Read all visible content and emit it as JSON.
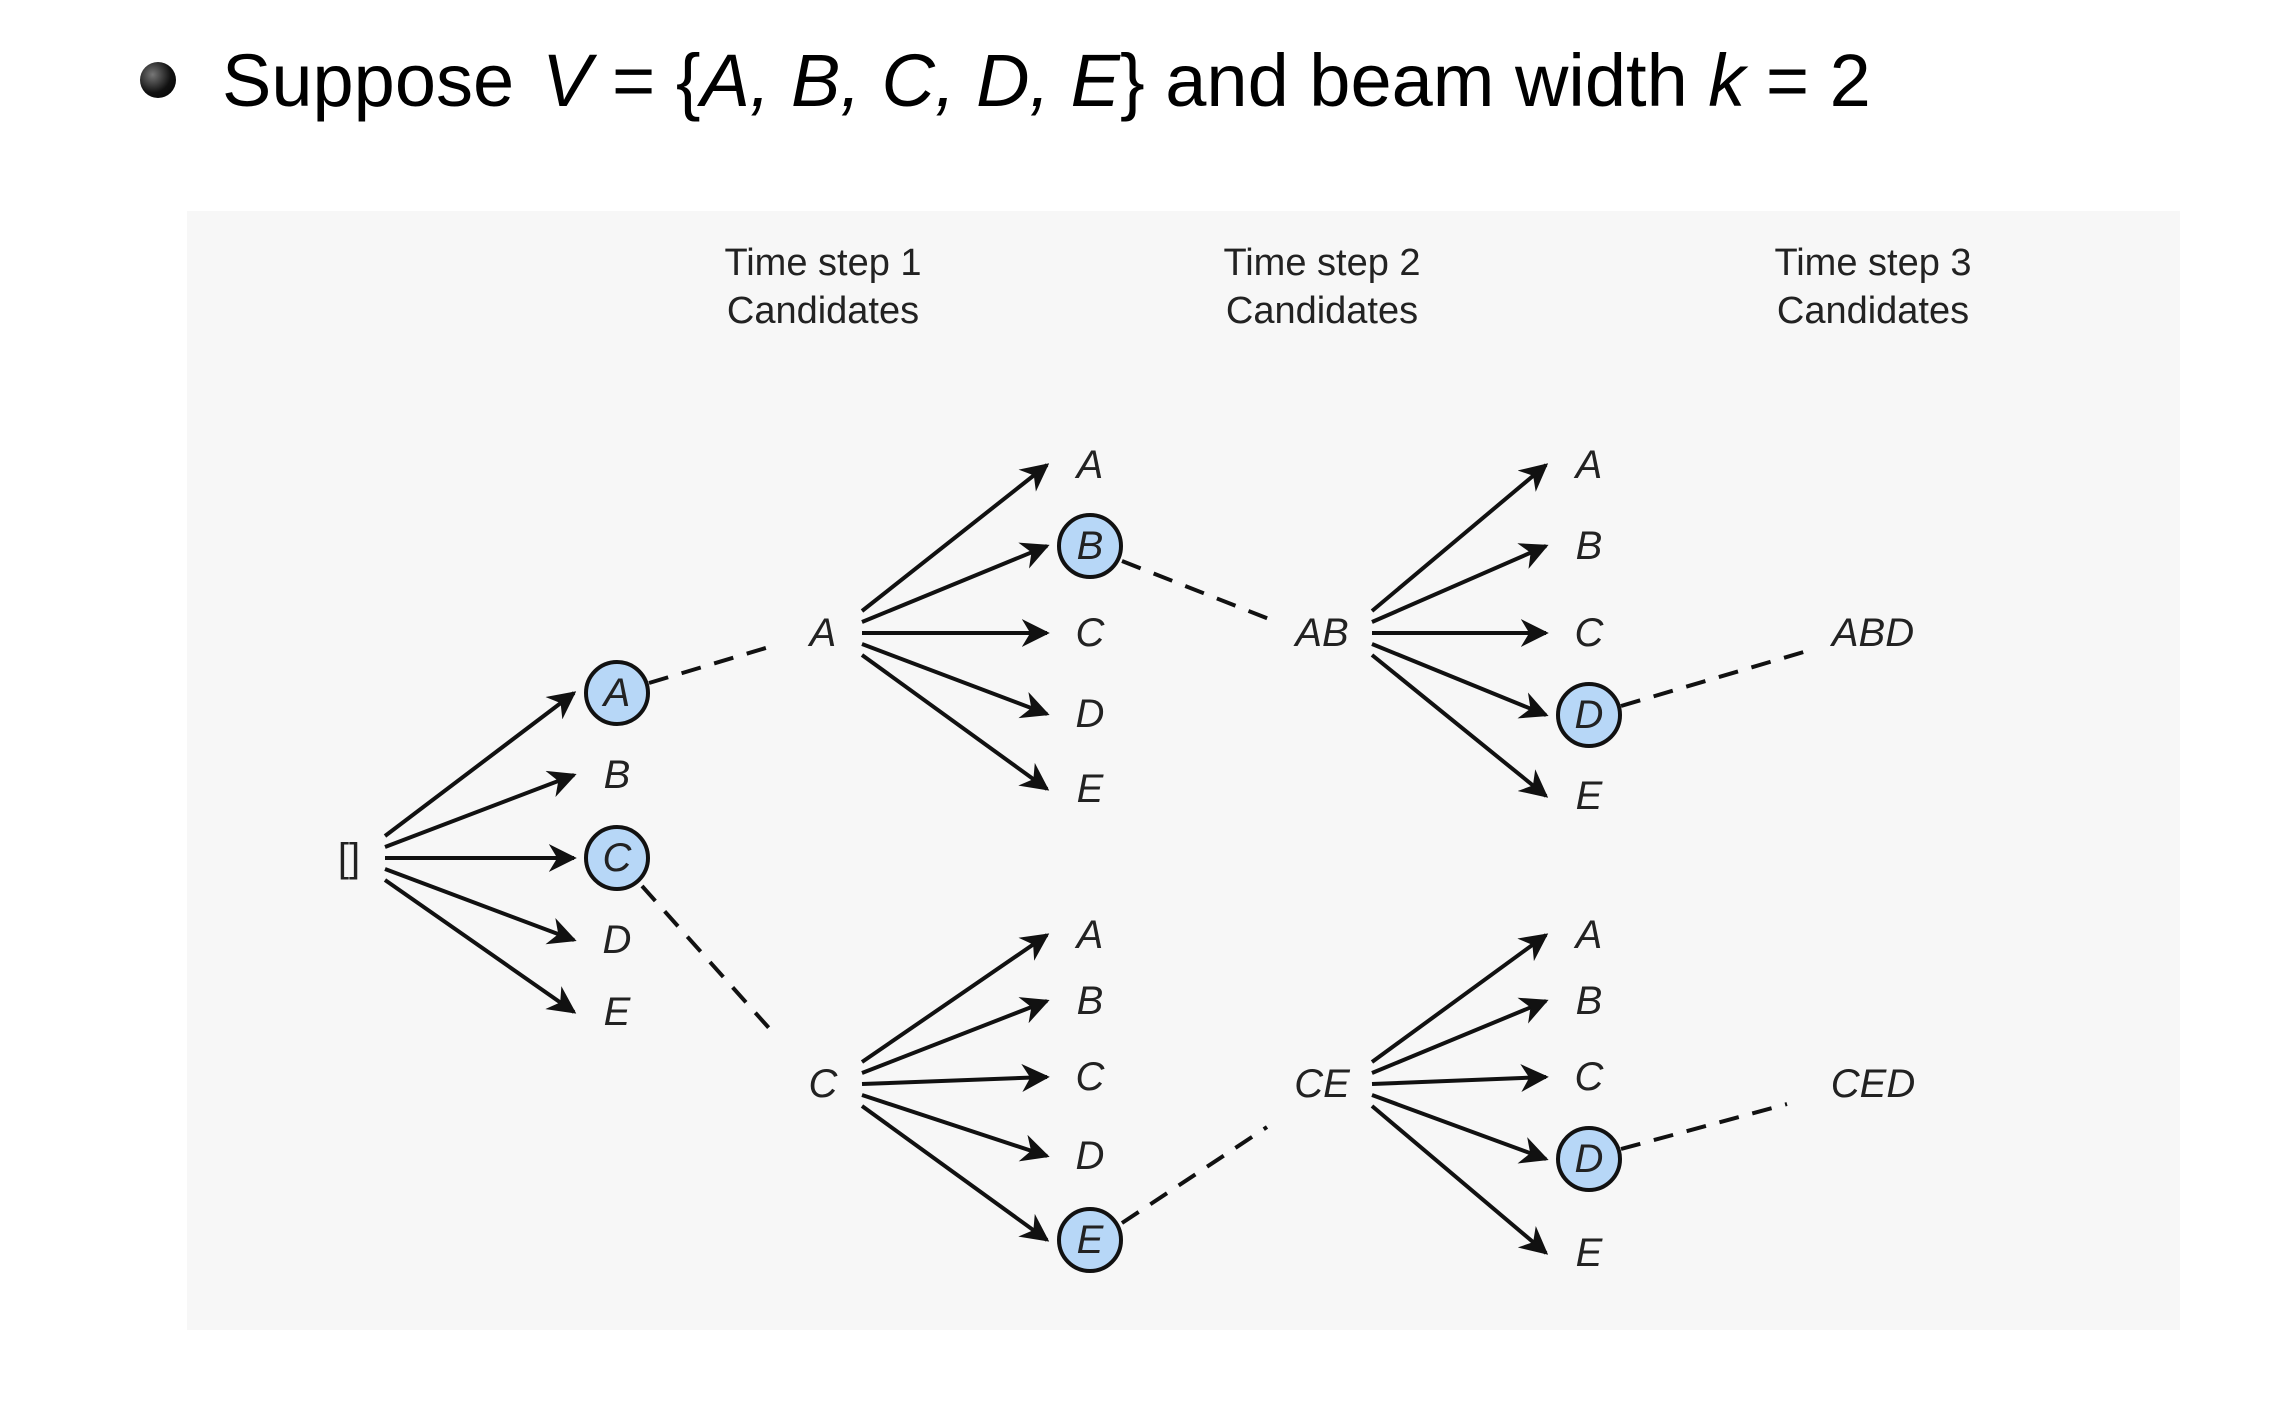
{
  "header": {
    "word_suppose": "Suppose",
    "var_V": "V",
    "eq1": " = ",
    "set_open": "{",
    "set_items": "A, B, C, D, E",
    "set_close": "}",
    "and_text": " and beam width ",
    "var_k": "k",
    "eq2": " = ",
    "k_value": "2"
  },
  "diagram": {
    "colors": {
      "selected_fill": "#b7d7f7",
      "stroke": "#111111",
      "panel": "#f7f7f7"
    },
    "column_headers": [
      {
        "line1": "Time step 1",
        "line2": "Candidates"
      },
      {
        "line1": "Time step 2",
        "line2": "Candidates"
      },
      {
        "line1": "Time step 3",
        "line2": "Candidates"
      }
    ],
    "root": "[]",
    "step1_candidates": [
      "A",
      "B",
      "C",
      "D",
      "E"
    ],
    "step1_selected": [
      "A",
      "C"
    ],
    "step1_prefixes": [
      "A",
      "C"
    ],
    "step2_expansions": [
      {
        "prefix": "A",
        "candidates": [
          "A",
          "B",
          "C",
          "D",
          "E"
        ],
        "selected": "B"
      },
      {
        "prefix": "C",
        "candidates": [
          "A",
          "B",
          "C",
          "D",
          "E"
        ],
        "selected": "E"
      }
    ],
    "step2_prefixes": [
      "AB",
      "CE"
    ],
    "step3_expansions": [
      {
        "prefix": "AB",
        "candidates": [
          "A",
          "B",
          "C",
          "D",
          "E"
        ],
        "selected": "D"
      },
      {
        "prefix": "CE",
        "candidates": [
          "A",
          "B",
          "C",
          "D",
          "E"
        ],
        "selected": "D"
      }
    ],
    "final_sequences": [
      "ABD",
      "CED"
    ]
  }
}
